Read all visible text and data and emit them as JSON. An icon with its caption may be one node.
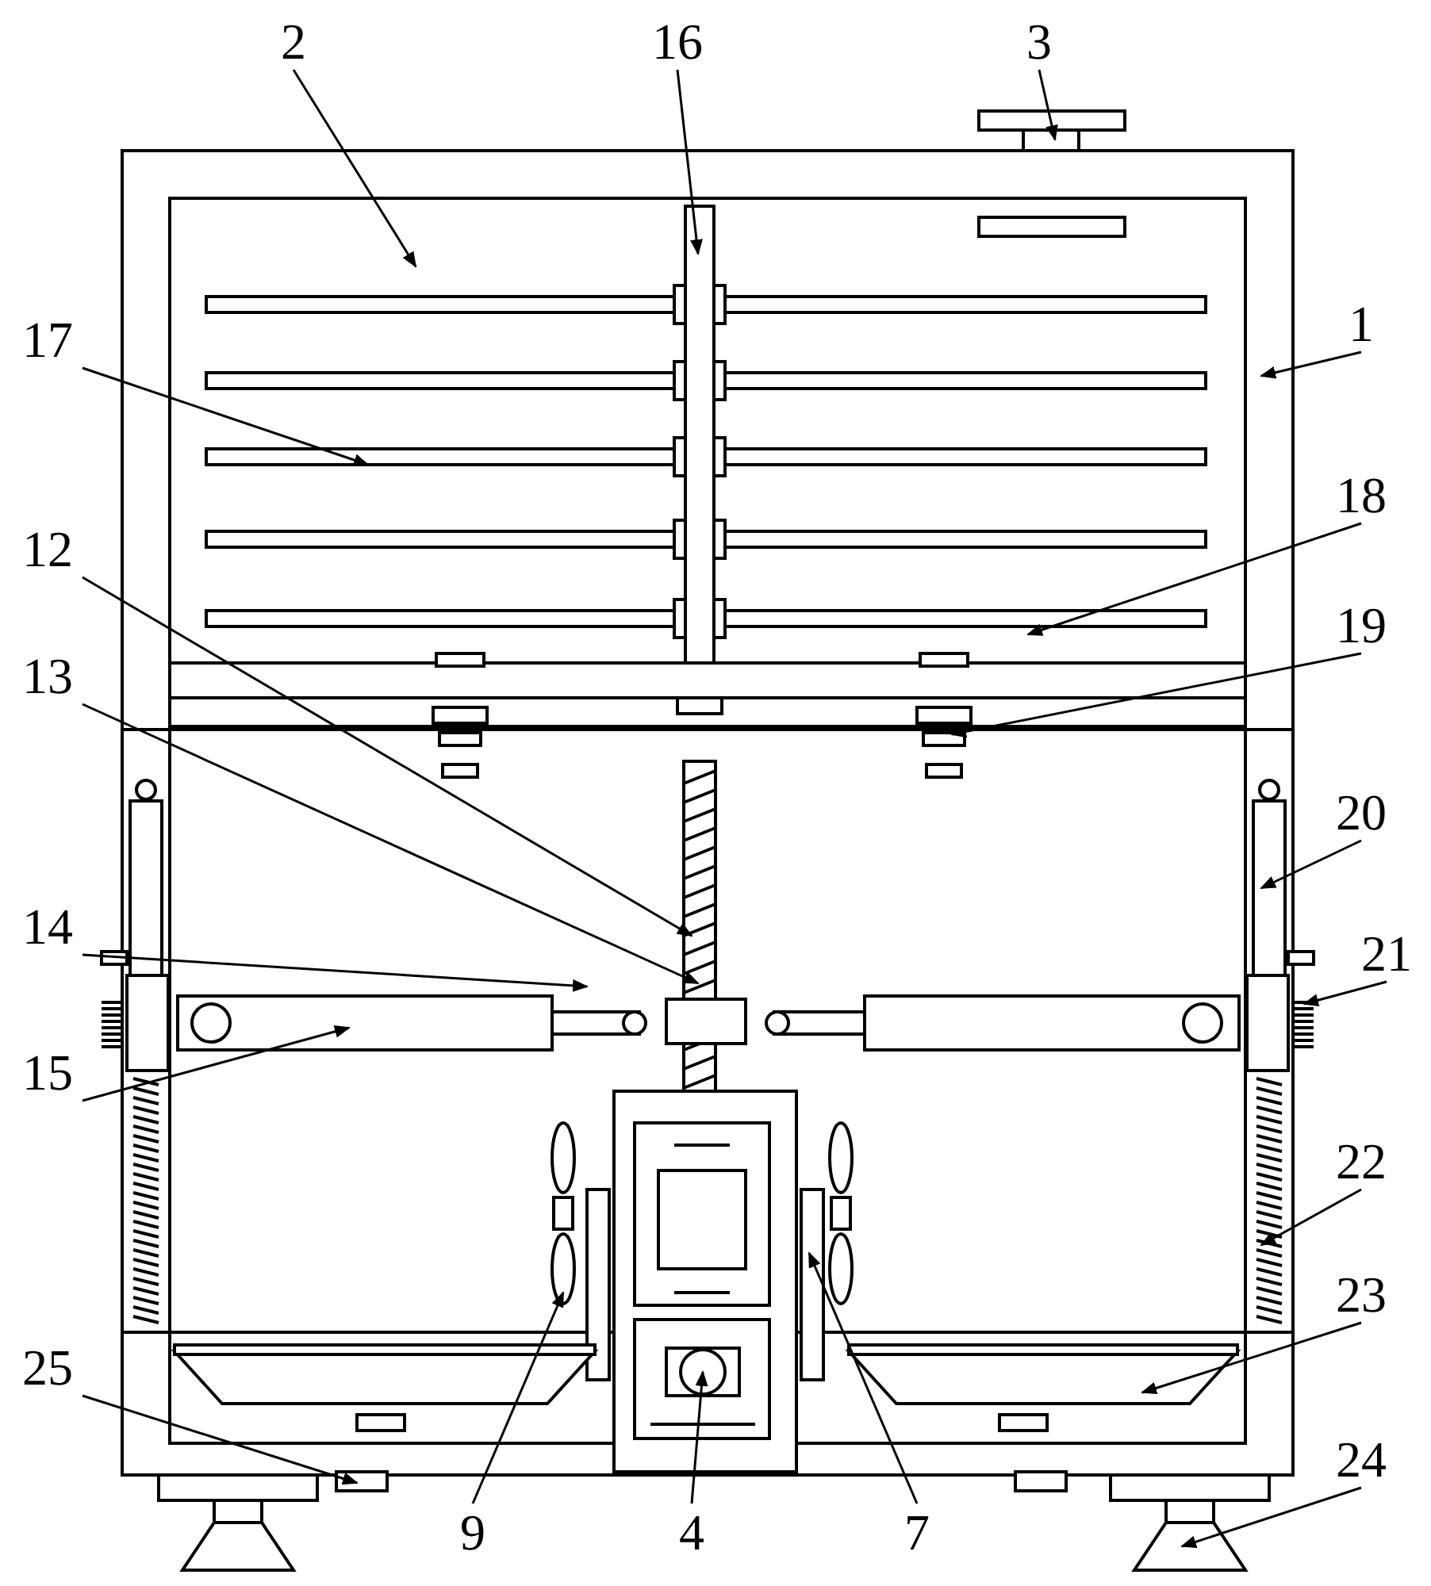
{
  "diagram": {
    "nodes": [
      {
        "text": [
          "2"
        ]
      },
      {
        "text": [
          "16"
        ]
      },
      {
        "text": [
          "3"
        ]
      },
      {
        "text": [
          "17"
        ]
      },
      {
        "text": [
          "1"
        ]
      },
      {
        "text": [
          "18"
        ]
      },
      {
        "text": [
          "19"
        ]
      },
      {
        "text": [
          "12"
        ]
      },
      {
        "text": [
          "13"
        ]
      },
      {
        "text": [
          "20"
        ]
      },
      {
        "text": [
          "14"
        ]
      },
      {
        "text": [
          "21"
        ]
      },
      {
        "text": [
          "15"
        ]
      },
      {
        "text": [
          "22"
        ]
      },
      {
        "text": [
          "23"
        ]
      },
      {
        "text": [
          "25"
        ]
      },
      {
        "text": [
          "24"
        ]
      },
      {
        "text": [
          "9"
        ]
      },
      {
        "text": [
          "4"
        ]
      },
      {
        "text": [
          "7"
        ]
      }
    ],
    "edges": [
      {
        "from": 0,
        "to": null,
        "arrow": "to"
      },
      {
        "from": 1,
        "to": null,
        "arrow": "to"
      },
      {
        "from": 2,
        "to": null,
        "arrow": "to"
      },
      {
        "from": 3,
        "to": null,
        "arrow": "to"
      },
      {
        "from": 4,
        "to": null,
        "arrow": "to"
      },
      {
        "from": 5,
        "to": null,
        "arrow": "to"
      },
      {
        "from": 6,
        "to": null,
        "arrow": "to"
      },
      {
        "from": 7,
        "to": null,
        "arrow": "to"
      },
      {
        "from": 8,
        "to": null,
        "arrow": "to"
      },
      {
        "from": 9,
        "to": null,
        "arrow": "to"
      },
      {
        "from": 10,
        "to": null,
        "arrow": "to"
      },
      {
        "from": 11,
        "to": null,
        "arrow": "to"
      },
      {
        "from": 12,
        "to": null,
        "arrow": "to"
      },
      {
        "from": 13,
        "to": null,
        "arrow": "to"
      },
      {
        "from": 14,
        "to": null,
        "arrow": "to"
      },
      {
        "from": 15,
        "to": null,
        "arrow": "to"
      },
      {
        "from": 16,
        "to": null,
        "arrow": "to"
      },
      {
        "from": 17,
        "to": null,
        "arrow": "to"
      },
      {
        "from": 18,
        "to": null,
        "arrow": "to"
      },
      {
        "from": 19,
        "to": null,
        "arrow": "to"
      }
    ]
  }
}
